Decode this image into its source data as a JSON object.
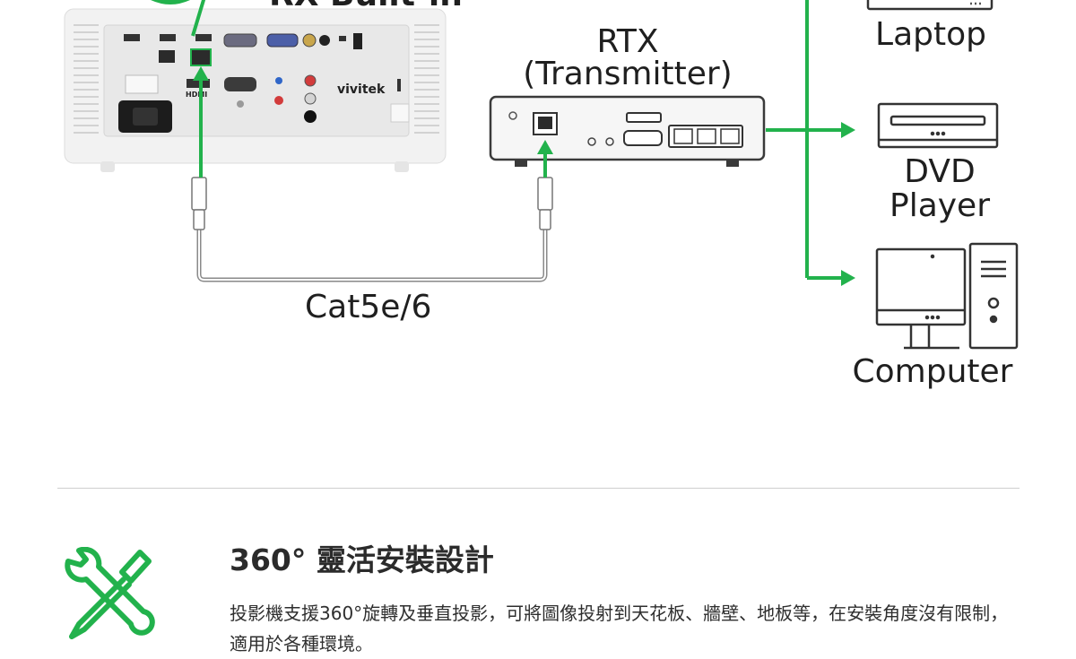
{
  "diagram": {
    "rx_label": "RX Built-in",
    "rtx_label_line1": "RTX",
    "rtx_label_line2": "(Transmitter)",
    "cable_label": "Cat5e/6",
    "projector_brand": "vivitek",
    "projector_port_hdmi": "HDMI",
    "devices": {
      "laptop": "Laptop",
      "dvd_line1": "DVD",
      "dvd_line2": "Player",
      "computer": "Computer"
    }
  },
  "feature": {
    "title": "360° 靈活安裝設計",
    "body": "投影機支援360°旋轉及垂直投影，可將圖像投射到天花板、牆壁、地板等，在安裝角度沒有限制，適用於各種環境。"
  },
  "colors": {
    "accent_green": "#22b24c",
    "cable_gray": "#8a8a8a",
    "divider": "#cfcfcf"
  },
  "icons": {
    "feature": "wrench-screwdriver-icon"
  }
}
